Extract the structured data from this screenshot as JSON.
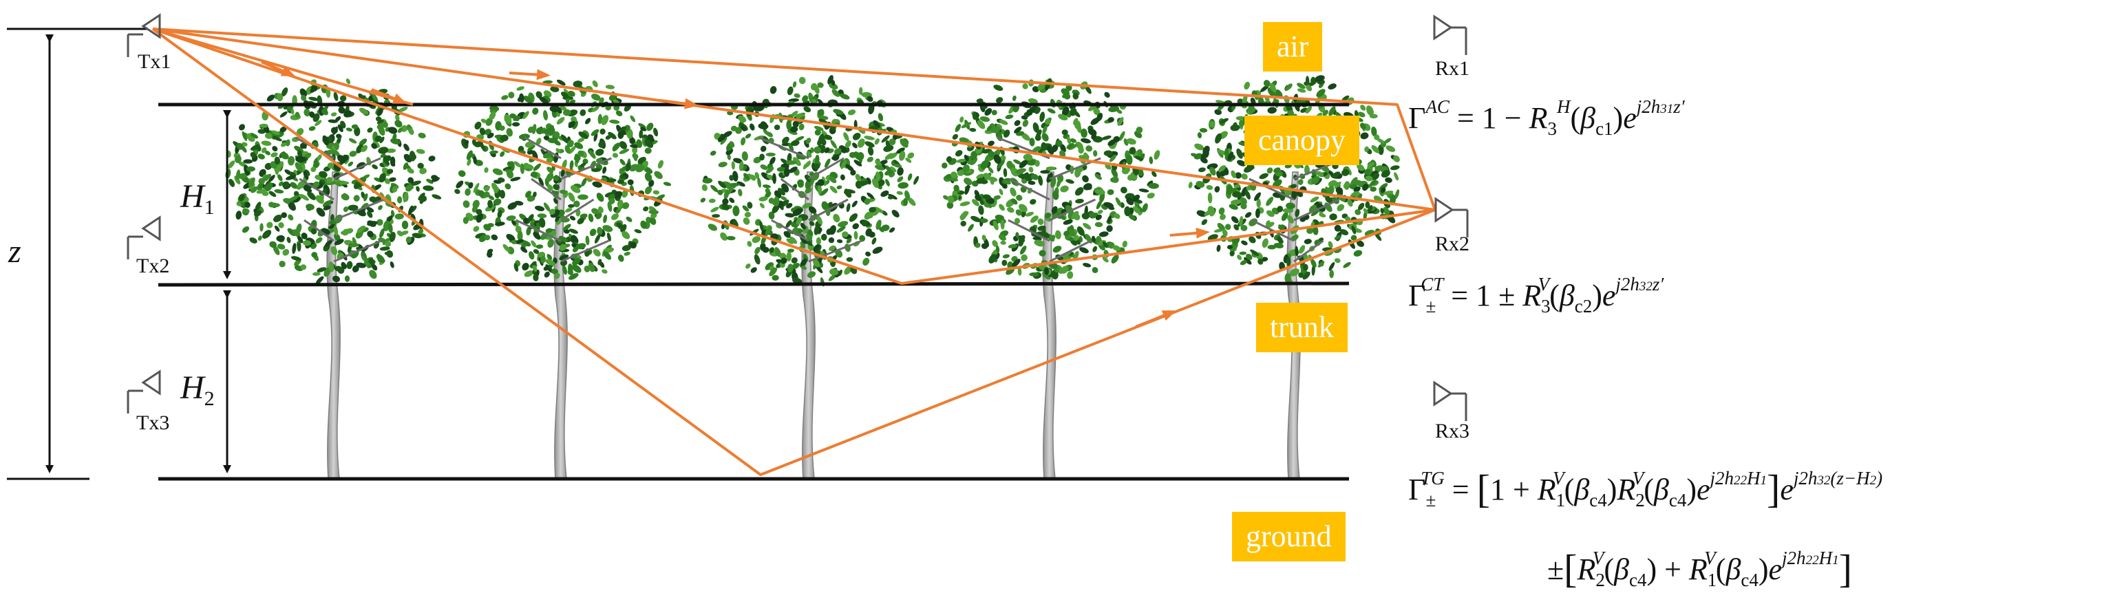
{
  "layers": {
    "air": "air",
    "canopy": "canopy",
    "trunk": "trunk",
    "ground": "ground"
  },
  "antennas": {
    "tx": [
      "Tx1",
      "Tx2",
      "Tx3"
    ],
    "rx": [
      "Rx1",
      "Rx2",
      "Rx3"
    ]
  },
  "dimensions": {
    "z": "z",
    "h1": "H",
    "h1_sub": "1",
    "h2": "H",
    "h2_sub": "2"
  },
  "equations": {
    "ac": "Γ^AC = 1 − R3^H(βc1) e^{j2h31 z′}",
    "ct": "Γ±^CT = 1 ± R3^V(βc2) e^{j2h32 z′}",
    "tg1": "Γ±^TG = [1 + R1^V(βc4) R2^V(βc4) e^{j2h22 H1}] e^{j2h32(z−H2)}",
    "tg2": "±[R2^V(βc4) + R1^V(βc4) e^{j2h22 H1}]"
  },
  "colors": {
    "ray": "#ed7d31",
    "layer_label_bg": "#ffc000",
    "leaf_dark": "#1d5a18",
    "leaf_mid": "#2f7d22",
    "leaf_light": "#4f9e37",
    "trunk": "#a9a9a9"
  },
  "icons": {
    "antenna": "horn-antenna-icon",
    "tree": "tree-icon",
    "arrow": "double-arrow-icon"
  }
}
